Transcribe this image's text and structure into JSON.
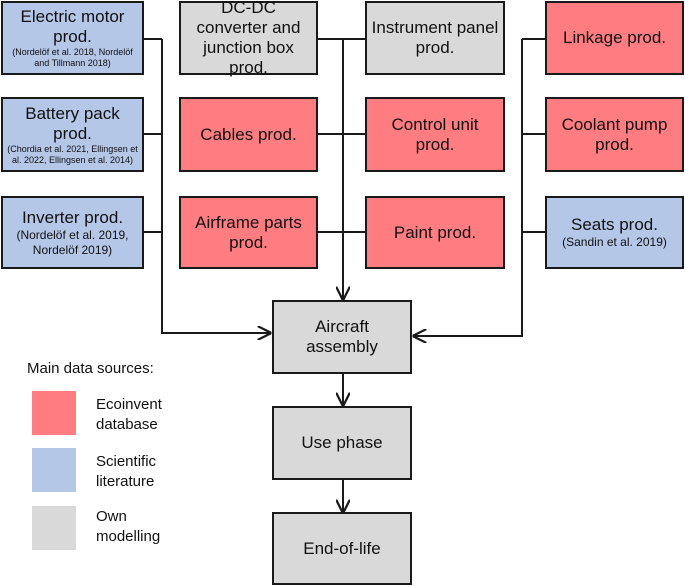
{
  "colors": {
    "ecoinvent": "#ff7c80",
    "literature": "#b4c7e7",
    "own": "#d9d9d9",
    "line": "#1a1a1a"
  },
  "nodes": {
    "electric_motor": {
      "title": "Electric motor prod.",
      "ref": "(Nordelöf et al. 2018, Nordelöf and Tillmann 2018)"
    },
    "battery_pack": {
      "title": "Battery pack prod.",
      "ref": "(Chordia et al. 2021, Ellingsen et al. 2022, Ellingsen et al. 2014)"
    },
    "inverter": {
      "title": "Inverter prod.",
      "ref": "(Nordelöf et al. 2019, Nordelöf 2019)"
    },
    "dcdc": {
      "title": "DC-DC converter and junction box prod."
    },
    "cables": {
      "title": "Cables prod."
    },
    "airframe": {
      "title": "Airframe parts prod."
    },
    "instrument_panel": {
      "title": "Instrument panel prod."
    },
    "control_unit": {
      "title": "Control unit prod."
    },
    "paint": {
      "title": "Paint prod."
    },
    "linkage": {
      "title": "Linkage prod."
    },
    "coolant_pump": {
      "title": "Coolant pump prod."
    },
    "seats": {
      "title": "Seats prod.",
      "ref": "(Sandin et al. 2019)"
    },
    "assembly": {
      "title": "Aircraft assembly"
    },
    "use_phase": {
      "title": "Use phase"
    },
    "end_of_life": {
      "title": "End-of-life"
    }
  },
  "legend": {
    "title": "Main data sources:",
    "items": [
      {
        "label": "Ecoinvent database",
        "color": "#ff7c80"
      },
      {
        "label": "Scientific literature",
        "color": "#b4c7e7"
      },
      {
        "label": "Own modelling",
        "color": "#d9d9d9"
      }
    ]
  }
}
